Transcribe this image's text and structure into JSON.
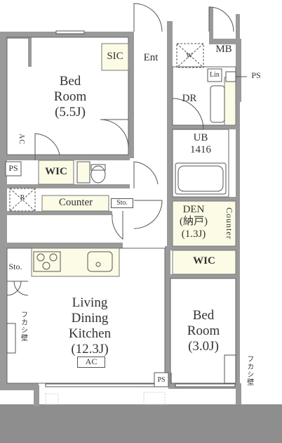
{
  "rooms": {
    "bedroom1": {
      "line1": "Bed",
      "line2": "Room",
      "size": "(5.5J)"
    },
    "bedroom2": {
      "line1": "Bed",
      "line2": "Room",
      "size": "(3.0J)"
    },
    "ldk": {
      "line1": "Living",
      "line2": "Dining",
      "line3": "Kitchen",
      "size": "(12.3J)"
    },
    "den": {
      "line1": "DEN",
      "line2": "(納戸)",
      "size": "(1.3J)"
    },
    "ub": {
      "line1": "UB",
      "line2": "1416"
    },
    "entrance": "Ent",
    "sic": "SIC",
    "dr": "DR",
    "mb": "MB",
    "lin": "Lin",
    "ps_right": "PS",
    "ps_left": "PS",
    "ps_bottom": "PS",
    "wic1": "WIC",
    "wic2": "WIC",
    "counter_main": "Counter",
    "counter_den": "Counter",
    "sto_top": "Sto.",
    "sto_left": "Sto.",
    "ac_top": "AC",
    "ac_ldk": "AC",
    "r_mark": "R",
    "w_mark": "W",
    "fukashi_left": "フカシ壁",
    "fukashi_right": "フカシ壁"
  }
}
